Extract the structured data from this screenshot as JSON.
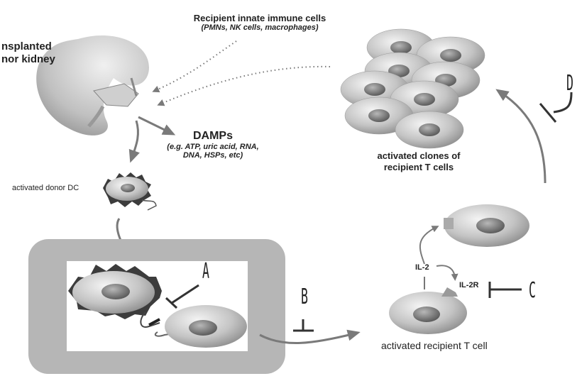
{
  "labels": {
    "kidney_line1": "nsplanted",
    "kidney_line2": "nor kidney",
    "innate_title": "Recipient innate immune cells",
    "innate_sub": "(PMNs, NK cells, macrophages)",
    "damps_title": "DAMPs",
    "damps_sub1": "(e.g. ATP, uric acid, RNA,",
    "damps_sub2": "DNA, HSPs, etc)",
    "donor_dc": "activated donor DC",
    "clones_line1": "activated clones of",
    "clones_line2": "recipient T cells",
    "il2": "IL-2",
    "il2r": "IL-2R",
    "recipient_t": "activated recipient T cell"
  },
  "inhibition_points": [
    "A",
    "B",
    "C",
    "D"
  ],
  "colors": {
    "arrow": "#7a7a7a",
    "cell_light": "#e8e8e8",
    "cell_dark": "#8a8a8a",
    "nucleus": "#6a6a6a",
    "spike": "#3c3c3c",
    "lymph_frame": "#b4b4b4",
    "text": "#222222"
  }
}
